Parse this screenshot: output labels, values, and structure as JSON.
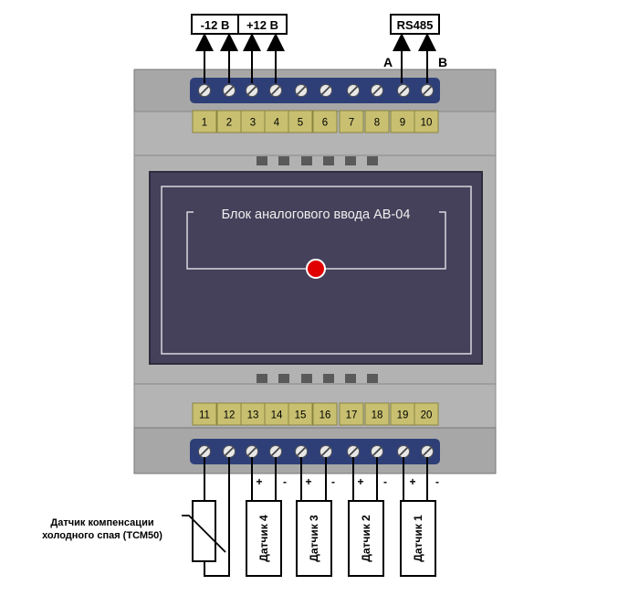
{
  "power_labels": {
    "minus": "-12 В",
    "plus": "+12 В"
  },
  "rs485": {
    "label": "RS485",
    "line_a": "A",
    "line_b": "B"
  },
  "top_terminals": [
    "1",
    "2",
    "3",
    "4",
    "5",
    "6",
    "7",
    "8",
    "9",
    "10"
  ],
  "bottom_terminals": [
    "11",
    "12",
    "13",
    "14",
    "15",
    "16",
    "17",
    "18",
    "19",
    "20"
  ],
  "display": {
    "title": "Блок аналогового ввода АВ-04",
    "indicator_color": "#e00000"
  },
  "sensors": [
    {
      "label": "Датчик 4",
      "plus": "+",
      "minus": "-"
    },
    {
      "label": "Датчик 3",
      "plus": "+",
      "minus": "-"
    },
    {
      "label": "Датчик 2",
      "plus": "+",
      "minus": "-"
    },
    {
      "label": "Датчик 1",
      "plus": "+",
      "minus": "-"
    }
  ],
  "cold_junction": {
    "line1": "Датчик компенсации",
    "line2": "холодного спая (ТСМ50)"
  },
  "colors": {
    "housing": "#a7a7a7",
    "housing_dark": "#8e8e8e",
    "terminal_strip": "#2e3f78",
    "terminal_label_bg": "#c8c070",
    "panel": "#45415a"
  }
}
